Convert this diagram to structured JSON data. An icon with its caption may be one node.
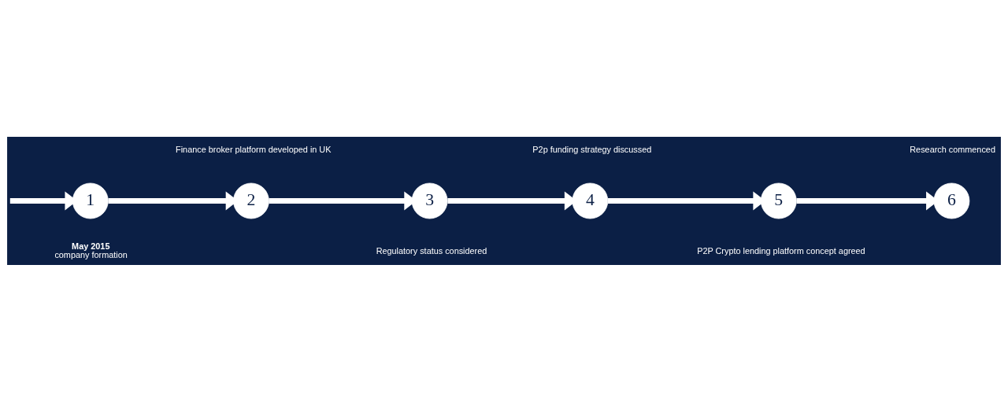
{
  "diagram": {
    "nodes": [
      {
        "text": [
          "1"
        ],
        "beside": [
          "May 2015",
          "company formation"
        ]
      },
      {
        "text": [
          "2"
        ],
        "beside": [
          "Finance broker platform developed in UK"
        ]
      },
      {
        "text": [
          "3"
        ],
        "beside": [
          "Regulatory status considered"
        ]
      },
      {
        "text": [
          "4"
        ],
        "beside": [
          "P2p funding strategy discussed"
        ]
      },
      {
        "text": [
          "5"
        ],
        "beside": [
          "P2P Crypto lending platform concept agreed"
        ]
      },
      {
        "text": [
          "6"
        ],
        "beside": [
          "Research commenced"
        ]
      }
    ],
    "edges": [
      {
        "from": null,
        "to": 0,
        "arrow": "to"
      },
      {
        "from": 0,
        "to": 1,
        "arrow": "to"
      },
      {
        "from": 1,
        "to": 2,
        "arrow": "to"
      },
      {
        "from": 2,
        "to": 3,
        "arrow": "to"
      },
      {
        "from": 3,
        "to": 4,
        "arrow": "to"
      },
      {
        "from": 4,
        "to": 5,
        "arrow": "to"
      }
    ]
  }
}
